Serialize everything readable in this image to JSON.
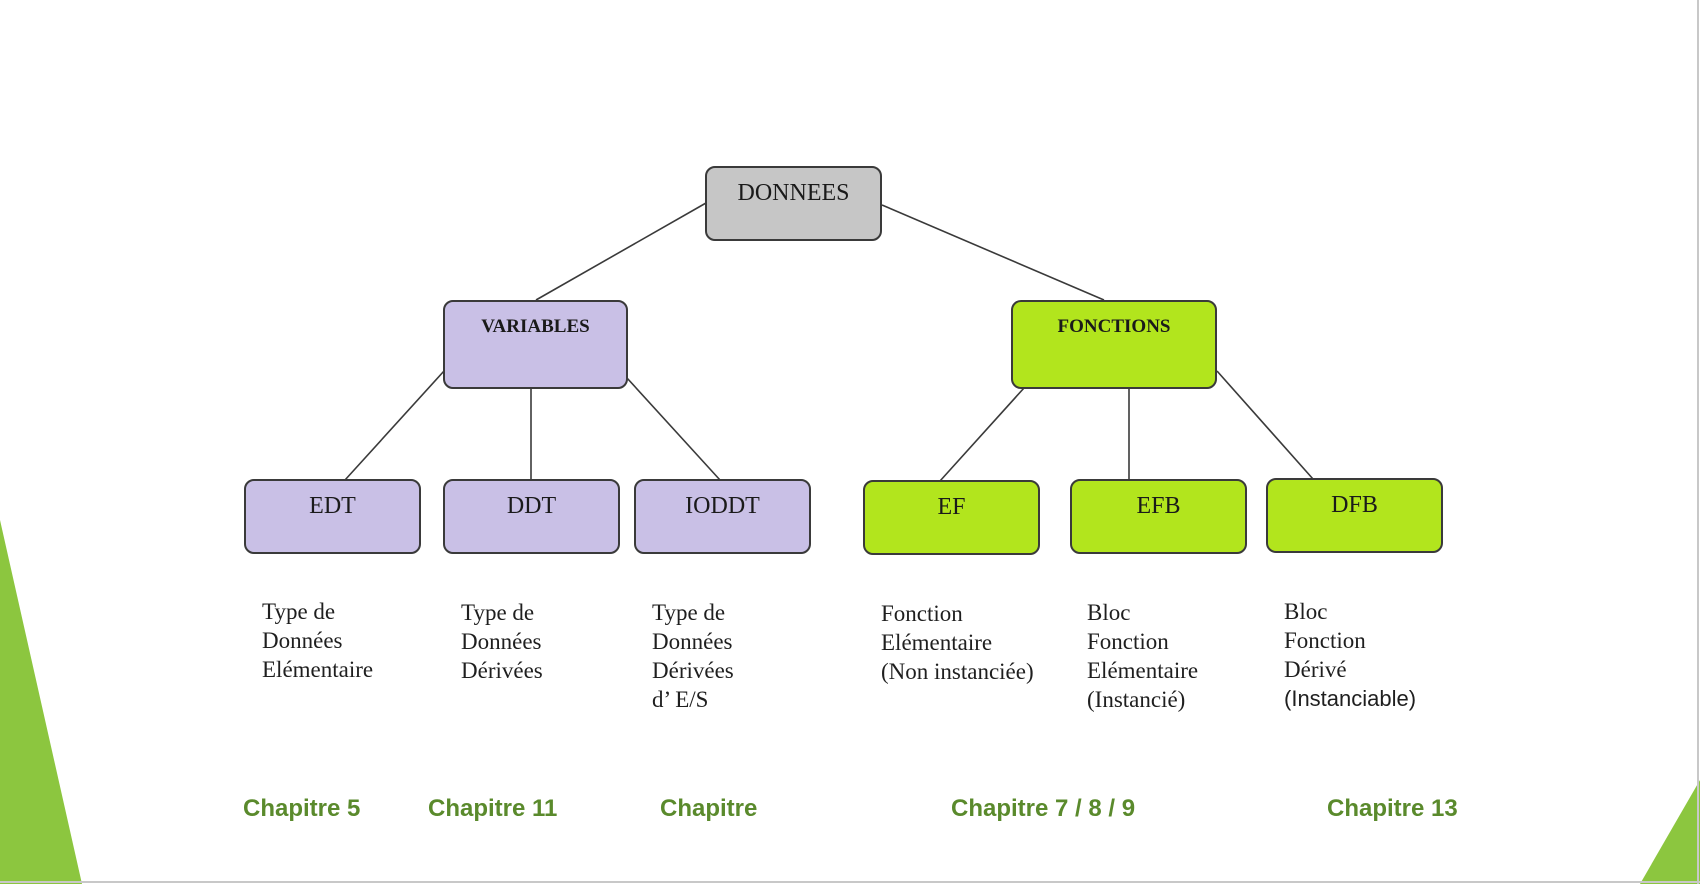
{
  "diagram": {
    "root": {
      "label": "DONNEES"
    },
    "categories": [
      {
        "label": "VARIABLES"
      },
      {
        "label": "FONCTIONS"
      }
    ],
    "leaves": [
      {
        "label": "EDT",
        "description": [
          "Type de",
          "Données",
          "Elémentaire"
        ]
      },
      {
        "label": "DDT",
        "description": [
          "Type de",
          "Données",
          "Dérivées"
        ]
      },
      {
        "label": "IODDT",
        "description": [
          "Type de",
          "Données",
          "Dérivées",
          "d’ E/S"
        ]
      },
      {
        "label": "EF",
        "description": [
          "Fonction",
          "Elémentaire",
          "(Non instanciée)"
        ]
      },
      {
        "label": "EFB",
        "description": [
          "Bloc",
          "Fonction",
          "Elémentaire",
          "(Instancié)"
        ]
      },
      {
        "label": "DFB",
        "description": [
          "Bloc",
          "Fonction",
          "Dérivé",
          " (Instanciable)"
        ]
      }
    ],
    "chapters": [
      "Chapitre 5",
      "Chapitre 11",
      "Chapitre",
      "Chapitre 7 / 8 / 9",
      "Chapitre 13"
    ]
  },
  "colors": {
    "root_fill": "#c6c6c6",
    "variables_fill": "#c9c0e6",
    "fonctions_fill": "#b2e51d",
    "chapter_text": "#5a8a2c",
    "accent_green": "#8cc63f"
  }
}
